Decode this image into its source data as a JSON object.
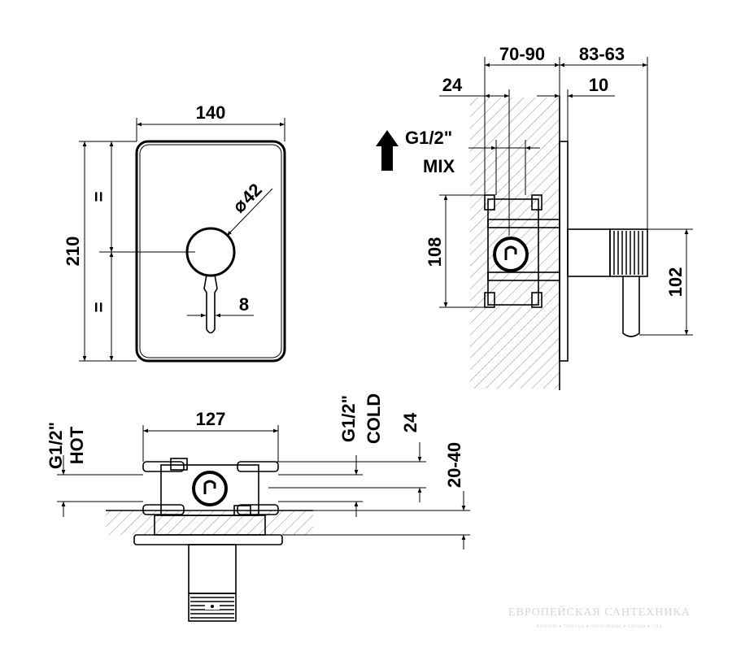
{
  "front_view": {
    "width_dim": "140",
    "height_dim": "210",
    "equal_top": "=",
    "equal_bottom": "=",
    "knob_dia": "42",
    "dia_symbol": "⌀",
    "lever_width": "8"
  },
  "side_view": {
    "dim_70_90": "70-90",
    "dim_83_63": "83-63",
    "dim_24": "24",
    "dim_10": "10",
    "outlet_size": "G1/2\"",
    "outlet_label": "MIX",
    "dim_108": "108",
    "dim_102": "102"
  },
  "bottom_view": {
    "hot_size": "G1/2\"",
    "hot_label": "HOT",
    "cold_size": "G1/2\"",
    "cold_label": "COLD",
    "dim_127": "127",
    "dim_24": "24",
    "dim_20_40": "20-40"
  },
  "watermark": {
    "line1": "ЕВРОПЕЙСКАЯ САНТЕХНИКА",
    "line2": "КАМЕНЬ ● ПЛИТКА ● ОТОПЛЕНИЕ ● САУНЫ ● СПА"
  }
}
